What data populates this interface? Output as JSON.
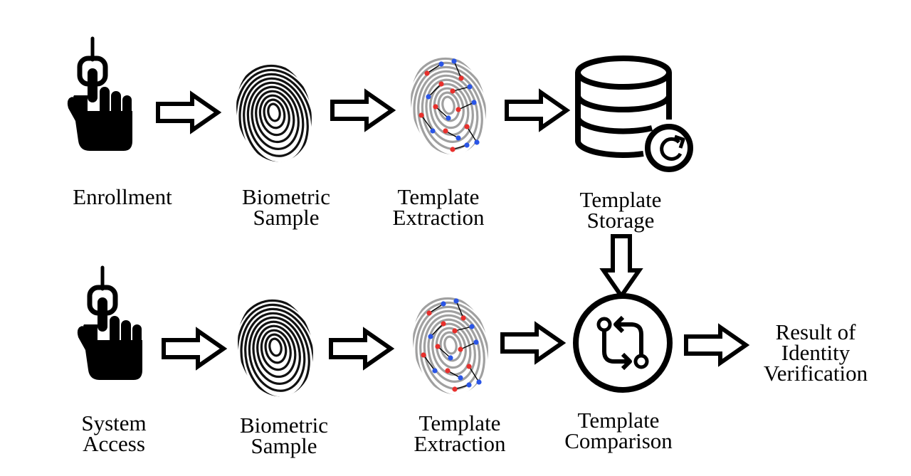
{
  "enrollment_row": {
    "start": {
      "lines": [
        "Enrollment"
      ],
      "icon": "hand-pointer-icon"
    },
    "sample": {
      "lines": [
        "Biometric",
        "Sample"
      ],
      "icon": "fingerprint-icon"
    },
    "extraction": {
      "lines": [
        "Template",
        "Extraction"
      ],
      "icon": "fingerprint-minutiae-icon"
    },
    "storage": {
      "lines": [
        "Template",
        "Storage"
      ],
      "icon": "database-sync-icon"
    }
  },
  "verification_row": {
    "start": {
      "lines": [
        "System",
        "Access"
      ],
      "icon": "hand-pointer-icon"
    },
    "sample": {
      "lines": [
        "Biometric",
        "Sample"
      ],
      "icon": "fingerprint-icon"
    },
    "extraction": {
      "lines": [
        "Template",
        "Extraction"
      ],
      "icon": "fingerprint-minutiae-icon"
    },
    "comparison": {
      "lines": [
        "Template",
        "Comparison"
      ],
      "icon": "compare-arrows-icon"
    },
    "result": {
      "lines": [
        "Result of",
        "Identity",
        "Verification"
      ]
    }
  },
  "colors": {
    "ink": "#000000",
    "minutia_red": "#e8302c",
    "minutia_blue": "#2a55e6",
    "ridge_gray": "#9a9a9a"
  }
}
